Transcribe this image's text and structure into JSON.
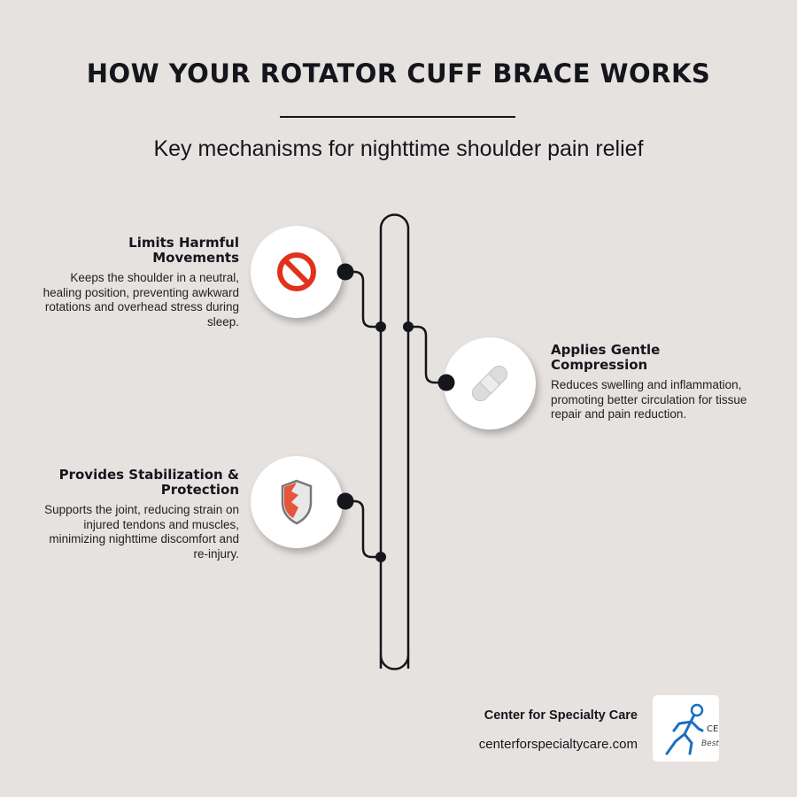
{
  "header": {
    "title": "HOW YOUR ROTATOR CUFF BRACE WORKS",
    "subtitle": "Key mechanisms for nighttime shoulder pain relief"
  },
  "mechanisms": [
    {
      "title": "Limits Harmful Movements",
      "description": "Keeps the shoulder in a neutral, healing position, preventing awkward rotations and overhead stress during sleep.",
      "icon": "prohibited-icon",
      "side": "left"
    },
    {
      "title": "Applies Gentle Compression",
      "description": "Reduces swelling and inflammation, promoting better circulation for tissue repair and pain reduction.",
      "icon": "bandage-icon",
      "side": "right"
    },
    {
      "title": "Provides Stabilization & Protection",
      "description": "Supports the joint, reducing strain on injured tendons and muscles, minimizing nighttime discomfort and re-injury.",
      "icon": "shield-icon",
      "side": "left"
    }
  ],
  "footer": {
    "name": "Center for Specialty Care",
    "url": "centerforspecialtycare.com",
    "logo_text": "CEN",
    "logo_tagline": "Best"
  },
  "colors": {
    "background": "#e6e2e0",
    "line": "#15151c",
    "logo_blue": "#1a6fc0"
  }
}
